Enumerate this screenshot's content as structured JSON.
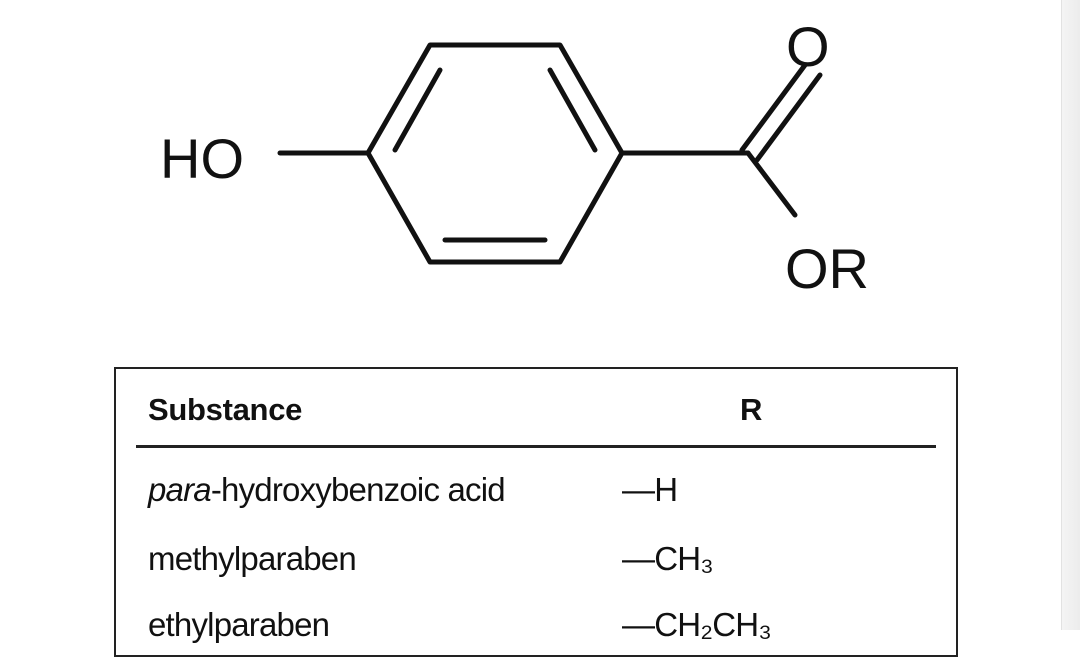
{
  "molecule": {
    "labels": {
      "hydroxyl": "HO",
      "carbonyl_oxygen": "O",
      "ester": "OR"
    }
  },
  "table": {
    "headers": {
      "substance": "Substance",
      "r": "R"
    },
    "rows": [
      {
        "name_prefix": "para",
        "name_rest": "-hydroxybenzoic acid",
        "r_text": "—H"
      },
      {
        "name": "methylparaben",
        "r_text": "—CH₃"
      },
      {
        "name": "ethylparaben",
        "r_text": "—CH₂CH₃"
      }
    ]
  }
}
